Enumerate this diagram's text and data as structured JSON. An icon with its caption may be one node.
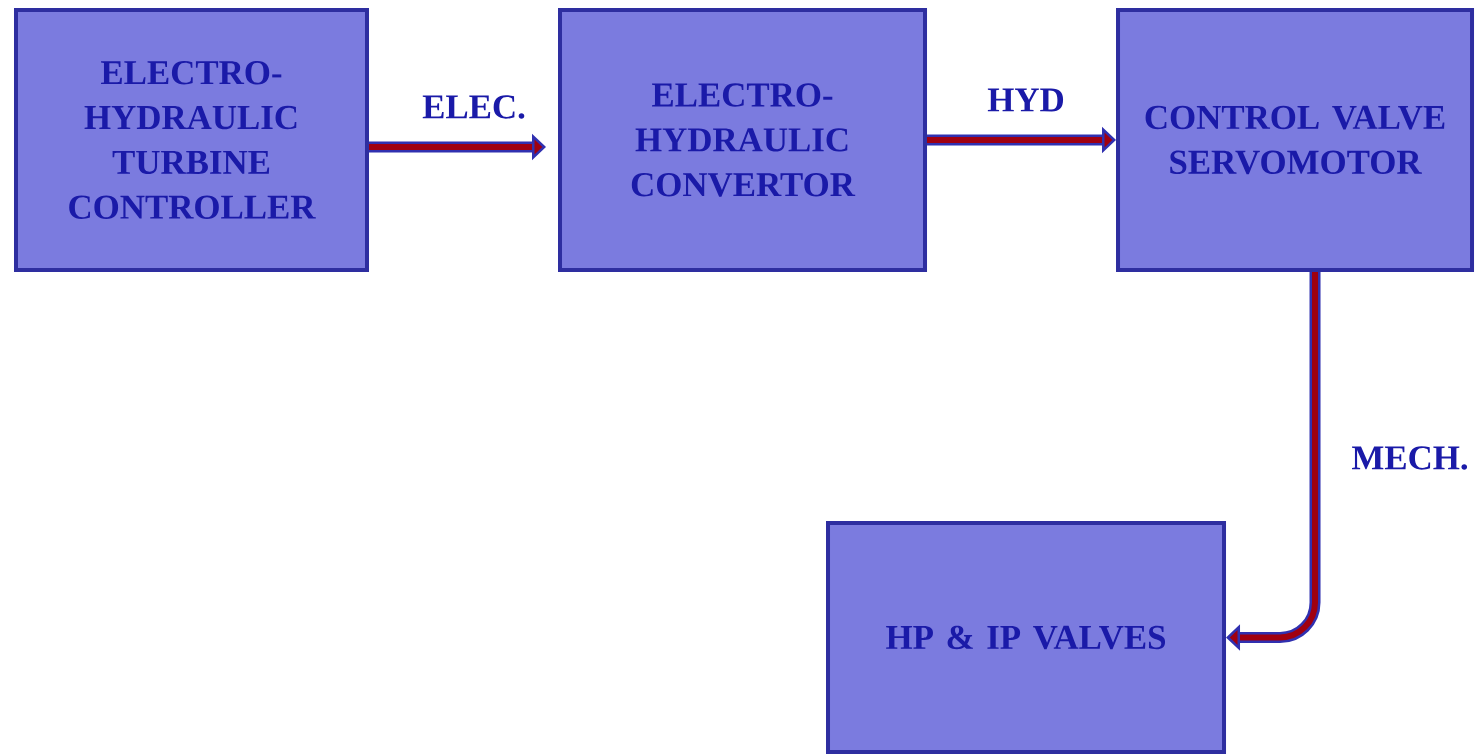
{
  "diagram": {
    "nodes": [
      {
        "text": [
          "ELECTRO- HYDRAULIC TURBINE CONTROLLER"
        ]
      },
      {
        "text": [
          "ELECTRO- HYDRAULIC CONVERTOR"
        ]
      },
      {
        "text": [
          "CONTROL VALVE SERVOMOTOR"
        ]
      },
      {
        "text": [
          "HP & IP VALVES"
        ]
      }
    ],
    "edges": [
      {
        "from": 0,
        "to": 1,
        "arrow": "to",
        "label": "ELEC."
      },
      {
        "from": 1,
        "to": 2,
        "arrow": "to",
        "label": "HYD"
      },
      {
        "from": 2,
        "to": 3,
        "arrow": "to",
        "label": "MECH."
      }
    ]
  }
}
